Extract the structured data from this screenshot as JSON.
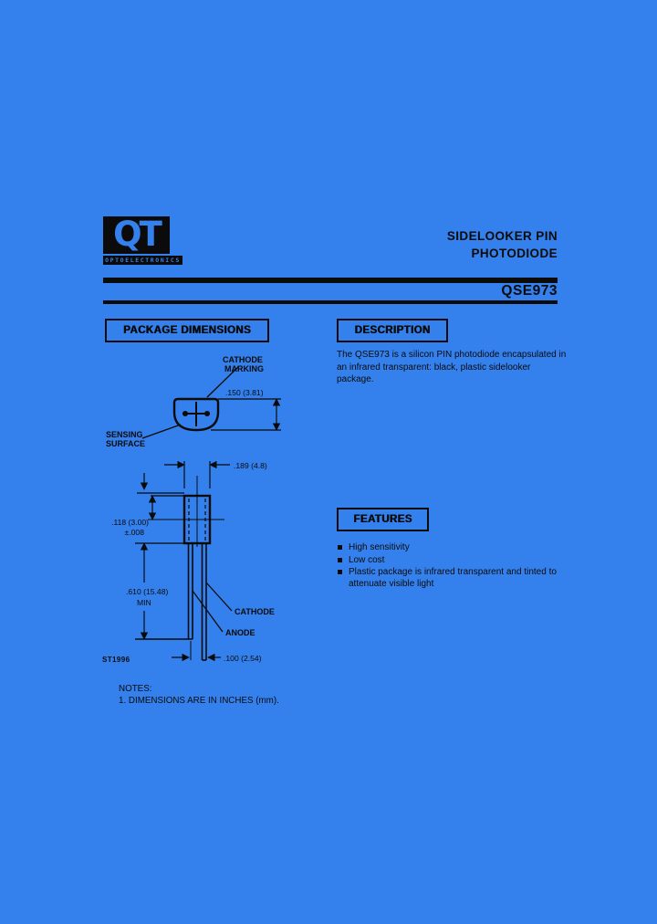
{
  "colors": {
    "background": "#3480EC",
    "ink": "#0B0B0B"
  },
  "header": {
    "logo_text": "QT",
    "logo_subtext": "OPTOELECTRONICS",
    "title_line1": "SIDELOOKER PIN",
    "title_line2": "PHOTODIODE",
    "part_number": "QSE973"
  },
  "sections": {
    "package_dimensions": {
      "title": "PACKAGE DIMENSIONS"
    },
    "description": {
      "title": "DESCRIPTION",
      "body": "The QSE973 is a silicon PIN photodiode encapsulated in an infrared transparent: black, plastic sidelooker package."
    },
    "features": {
      "title": "FEATURES",
      "items": [
        "High sensitivity",
        "Low cost",
        "Plastic package is infrared transparent and tinted to attenuate visible light"
      ]
    }
  },
  "diagram": {
    "top_view": {
      "label_marking_line1": "CATHODE",
      "label_marking_line2": "MARKING",
      "label_sensing_line1": "SENSING",
      "label_sensing_line2": "SURFACE",
      "dim_height": ".150 (3.81)"
    },
    "side_view": {
      "dim_width": ".189 (4.8)",
      "dim_depth_line1": ".118 (3.00)",
      "dim_depth_line2": "±.008",
      "dim_lead_length_line1": ".610 (15.48)",
      "dim_lead_length_line2": "MIN",
      "dim_lead_spacing": ".100 (2.54)",
      "label_cathode": "CATHODE",
      "label_anode": "ANODE"
    },
    "drawing_number": "ST1996"
  },
  "notes": {
    "heading": "NOTES:",
    "line1": "1.  DIMENSIONS ARE IN INCHES (mm)."
  }
}
